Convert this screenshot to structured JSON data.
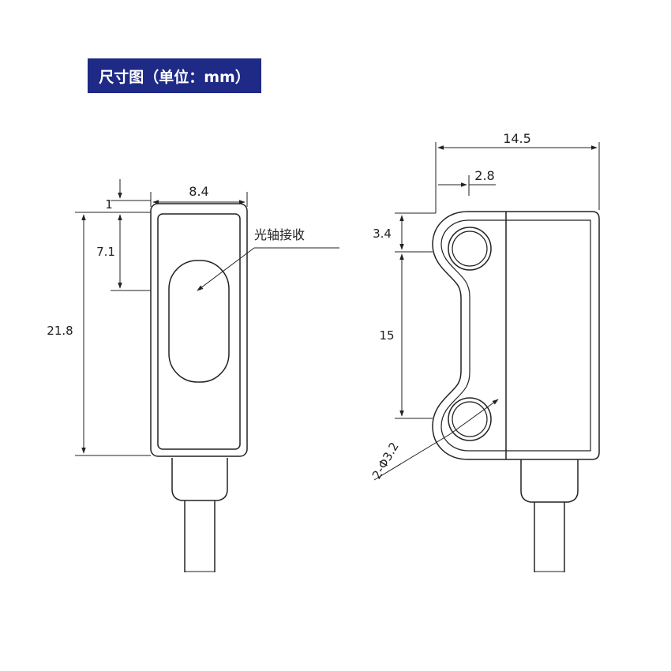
{
  "title": "尺寸图（单位：mm）",
  "front_view": {
    "width_label": "8.4",
    "top_offset_label": "1",
    "optical_axis_offset_label": "7.1",
    "height_label": "21.8",
    "optical_axis_callout": "光轴接收"
  },
  "side_view": {
    "width_label": "14.5",
    "hole_offset_label": "2.8",
    "hole_top_label": "3.4",
    "hole_spacing_label": "15",
    "hole_diameter_label": "2-Φ3.2"
  },
  "colors": {
    "title_bg": "#1e2a86",
    "line": "#222222"
  }
}
